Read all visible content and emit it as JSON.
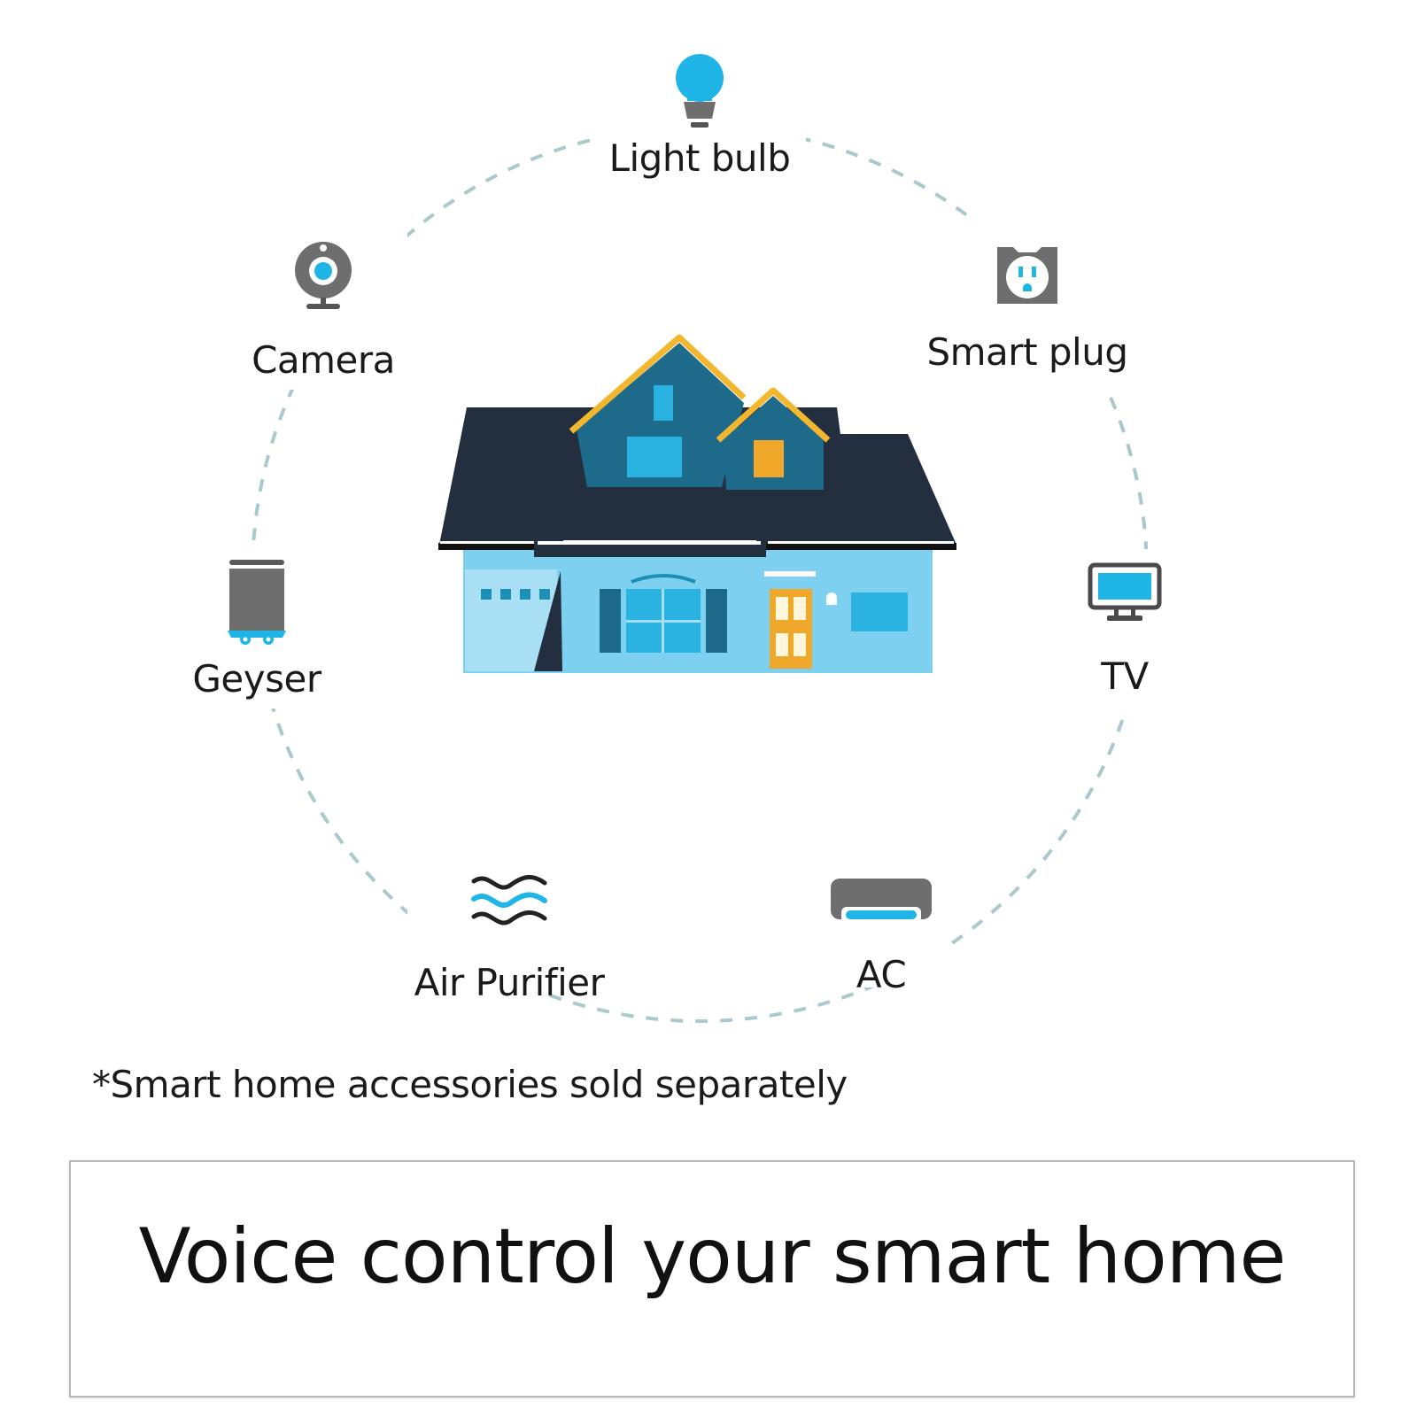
{
  "title": "Voice control your smart home",
  "footnote": "*Smart home accessories sold separately",
  "colors": {
    "accent_blue": "#1fb5e6",
    "icon_gray": "#6e6e6e",
    "roof_dark": "#232f3e",
    "house_wall": "#7dd0f0",
    "gable_blue": "#1d6a8a",
    "trim_yellow": "#f2b72e",
    "door_orange": "#f0a82a",
    "ring_dash": "#a9c9cc"
  },
  "center": {
    "icon": "house-illustration"
  },
  "devices": [
    {
      "id": "light-bulb",
      "label": "Light bulb",
      "icon": "light-bulb-icon"
    },
    {
      "id": "smart-plug",
      "label": "Smart plug",
      "icon": "smart-plug-icon"
    },
    {
      "id": "tv",
      "label": "TV",
      "icon": "tv-icon"
    },
    {
      "id": "ac",
      "label": "AC",
      "icon": "air-conditioner-icon"
    },
    {
      "id": "air-purifier",
      "label": "Air Purifier",
      "icon": "air-purifier-icon"
    },
    {
      "id": "geyser",
      "label": "Geyser",
      "icon": "geyser-icon"
    },
    {
      "id": "camera",
      "label": "Camera",
      "icon": "camera-icon"
    }
  ]
}
